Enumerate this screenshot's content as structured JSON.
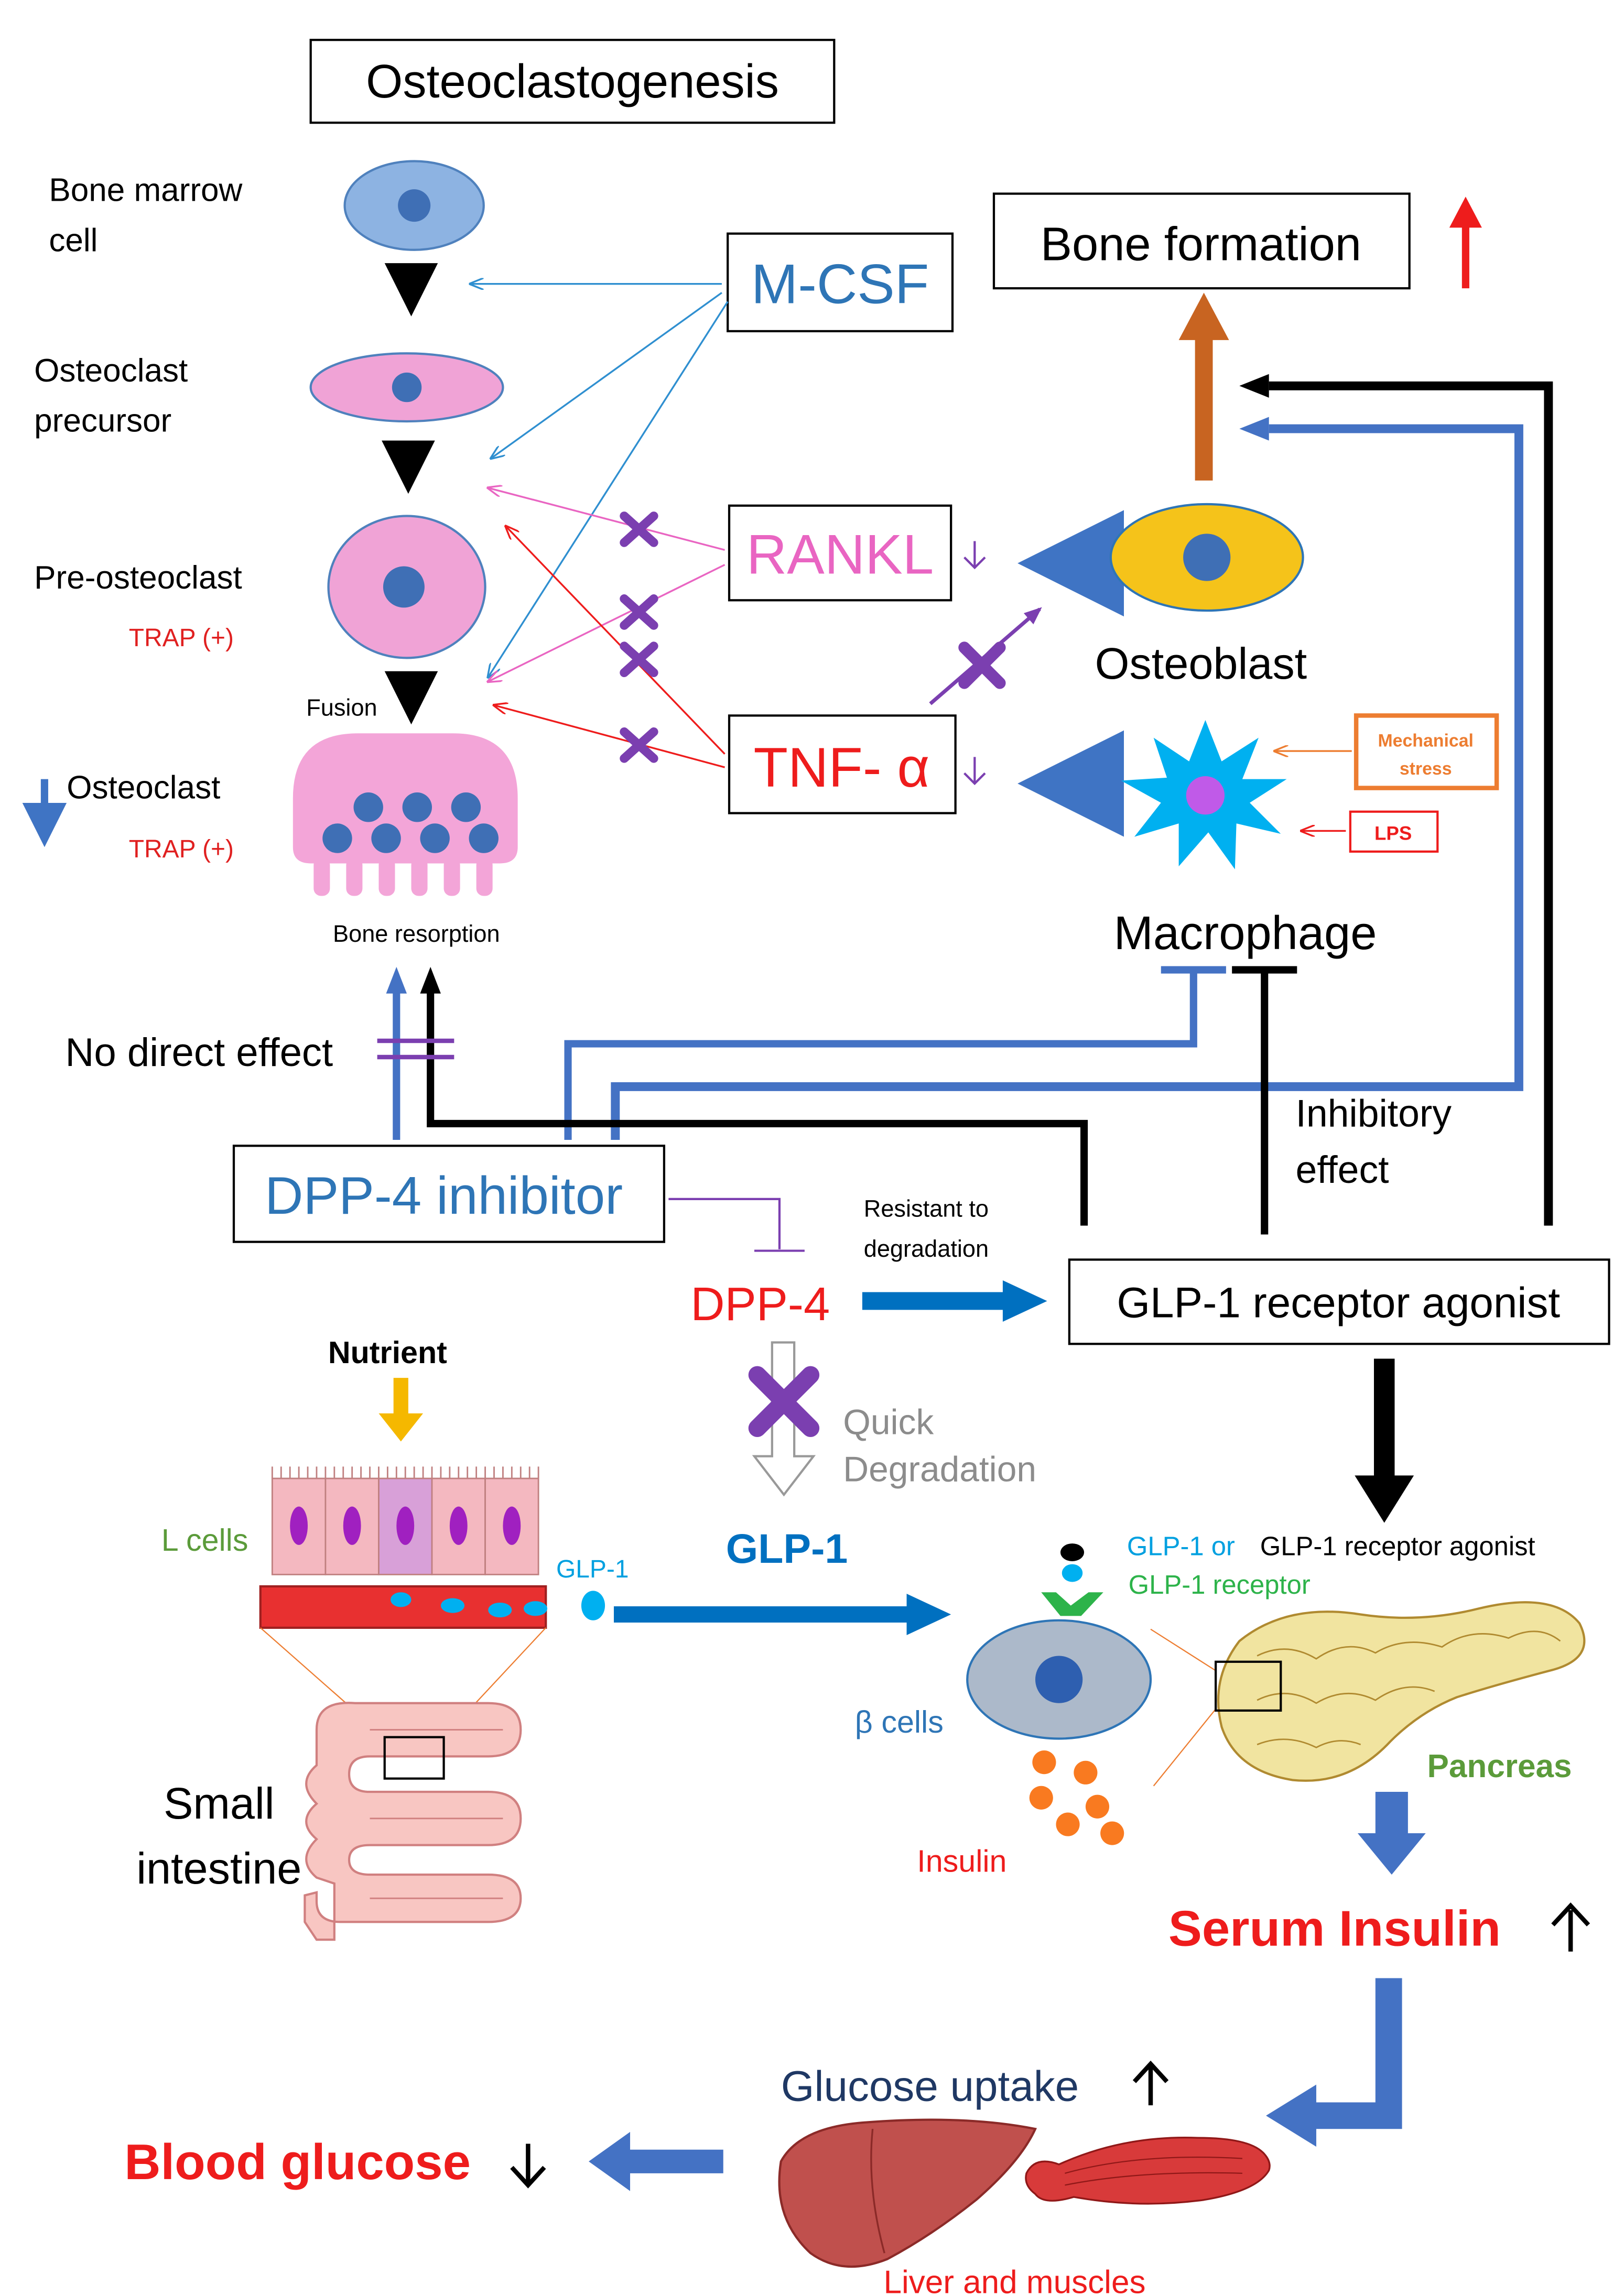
{
  "colors": {
    "black": "#000000",
    "blue": "#3f74c4",
    "pink_line": "#e965c2",
    "red": "#ee1c1c",
    "purple": "#7b3fb0",
    "brown": "#c86421",
    "orange": "#ed7d31",
    "green_text": "#5b9b3a",
    "cyan": "#00b0f0",
    "dark_navy": "#1f3864"
  },
  "titles": {
    "osteoclastogenesis": "Osteoclastogenesis",
    "bone_formation": "Bone formation"
  },
  "cells": {
    "bone_marrow_line1": "Bone marrow",
    "bone_marrow_line2": "cell",
    "precursor_line1": "Osteoclast",
    "precursor_line2": "precursor",
    "pre_osteoclast": "Pre-osteoclast",
    "trap1": "TRAP (+)",
    "fusion": "Fusion",
    "osteoclast": "Osteoclast",
    "trap2": "TRAP (+)",
    "bone_resorption": "Bone resorption",
    "osteoblast": "Osteoblast",
    "macrophage": "Macrophage"
  },
  "factors": {
    "mcsf": "M-CSF",
    "rankl": "RANKL",
    "tnfa": "TNF- α"
  },
  "stimuli": {
    "mechanical_line1": "Mechanical",
    "mechanical_line2": "stress",
    "lps": "LPS"
  },
  "drugs": {
    "no_direct_effect": "No direct effect",
    "dpp4_inhibitor": "DPP-4 inhibitor",
    "dpp4": "DPP-4",
    "resistant_line1": "Resistant to",
    "resistant_line2": "degradation",
    "glp1_agonist": "GLP-1 receptor agonist",
    "inhibitory_line1": "Inhibitory",
    "inhibitory_line2": "effect",
    "quick_line1": "Quick",
    "quick_line2": "Degradation"
  },
  "intestine": {
    "nutrient": "Nutrient",
    "l_cells": "L cells",
    "glp1_small": "GLP-1",
    "glp1_big": "GLP-1",
    "small_line1": "Small",
    "small_line2": "intestine"
  },
  "pancreas": {
    "glp1_or": "GLP-1 or",
    "agonist_tail": "GLP-1 receptor agonist",
    "glp1_receptor": "GLP-1 receptor",
    "beta_cells": "β cells",
    "insulin": "Insulin",
    "pancreas": "Pancreas"
  },
  "outcomes": {
    "serum_insulin": "Serum Insulin",
    "glucose_uptake": "Glucose uptake",
    "blood_glucose": "Blood glucose",
    "liver_muscles": "Liver and muscles"
  }
}
